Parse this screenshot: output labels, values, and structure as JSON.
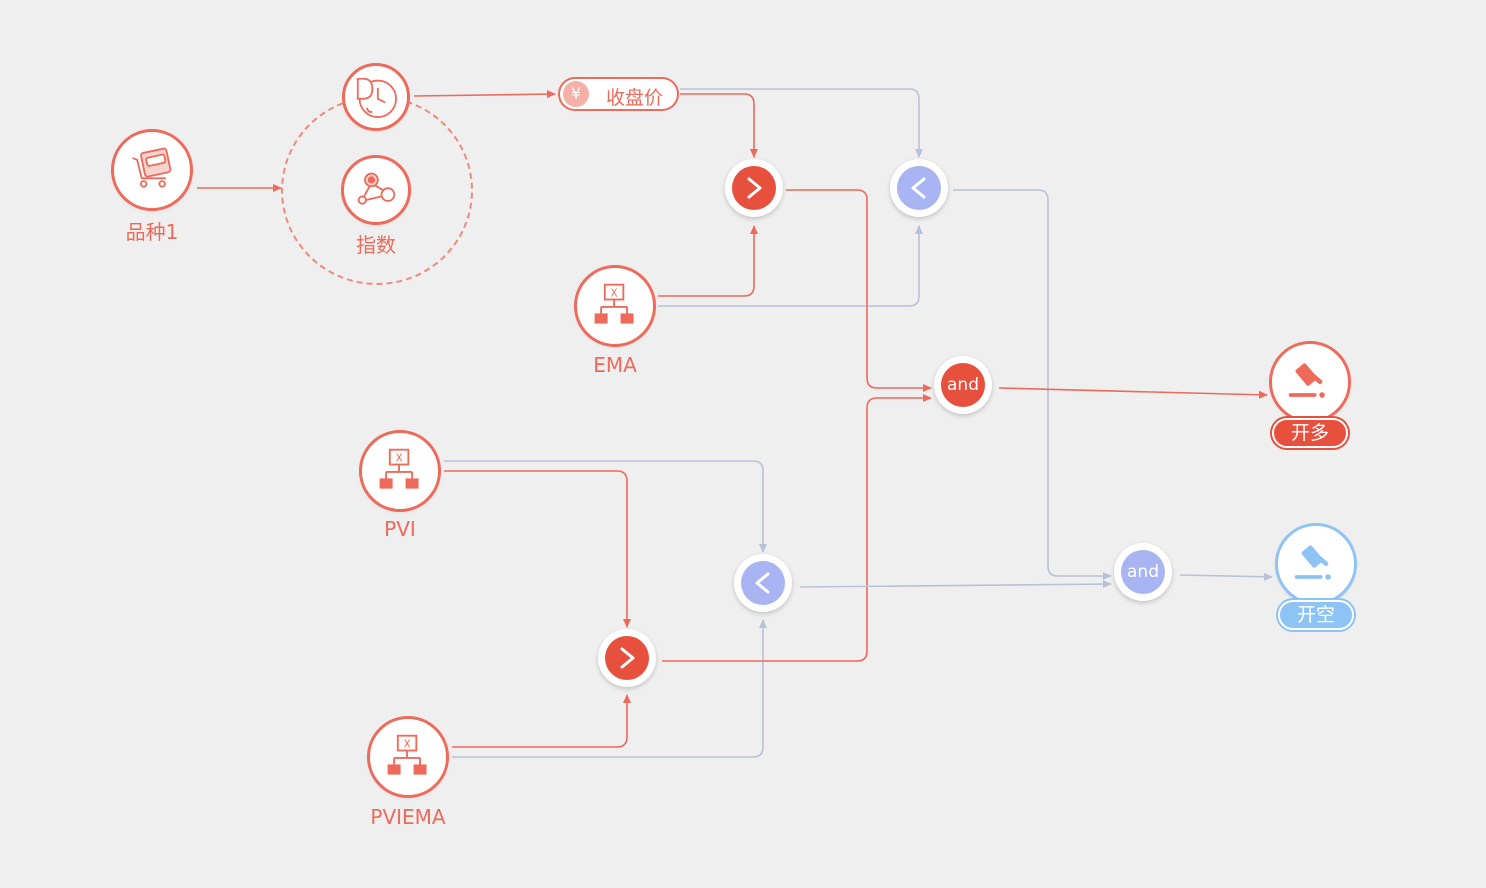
{
  "colors": {
    "background": "#efefef",
    "red": "#ee6a5b",
    "red_dark": "#e8503e",
    "blue": "#a8b5f2",
    "edge_red": "#ee6a5b",
    "edge_blue": "#b8c2d6",
    "action_blue": "#8ec3f5"
  },
  "nodes": {
    "variety": {
      "label": "品种1",
      "icon": "shopping-cart-icon"
    },
    "time": {
      "label": "",
      "icon": "dj-clock-icon"
    },
    "index": {
      "label": "指数",
      "icon": "network-nodes-icon"
    },
    "close_price": {
      "label": "收盘价",
      "symbol": "¥",
      "icon": "yen-icon"
    },
    "ema": {
      "label": "EMA",
      "icon": "formula-tree-icon"
    },
    "pvi": {
      "label": "PVI",
      "icon": "formula-tree-icon"
    },
    "pviema": {
      "label": "PVIEMA",
      "icon": "formula-tree-icon"
    },
    "gt_top": {
      "label": ">",
      "icon": "greater-than-icon"
    },
    "lt_top": {
      "label": "<",
      "icon": "less-than-icon"
    },
    "and_top": {
      "label": "and"
    },
    "lt_bottom": {
      "label": "<",
      "icon": "less-than-icon"
    },
    "gt_bottom": {
      "label": ">",
      "icon": "greater-than-icon"
    },
    "and_bottom": {
      "label": "and"
    },
    "open_long": {
      "label": "开多",
      "icon": "gavel-icon"
    },
    "open_short": {
      "label": "开空",
      "icon": "gavel-icon"
    }
  }
}
